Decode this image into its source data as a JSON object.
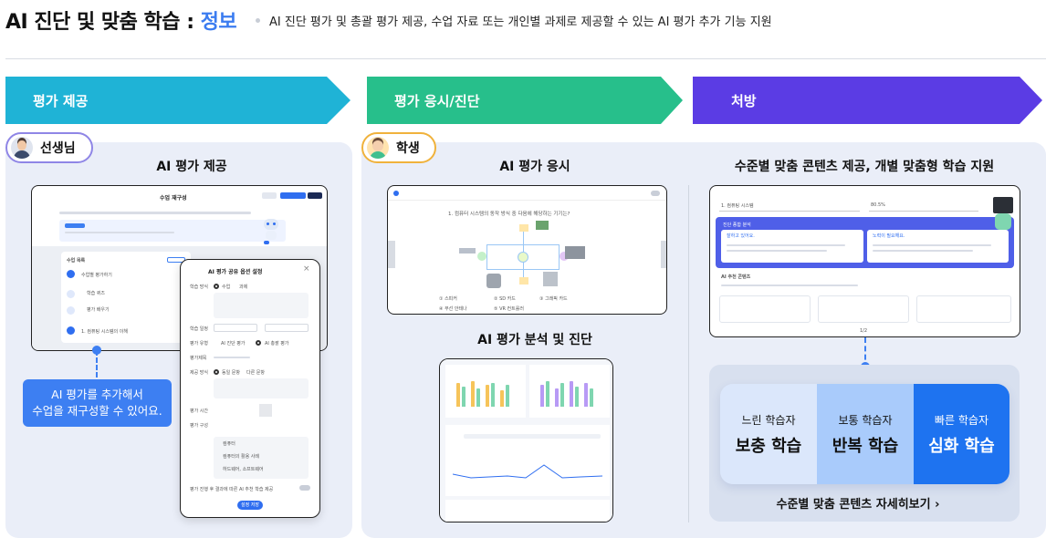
{
  "header": {
    "title_main": "AI 진단 및 맞춤 학습 : ",
    "title_highlight": "정보",
    "subtitle": "AI 진단 평가 및 총괄 평가 제공, 수업 자료 또는 개인별 과제로 제공할 수 있는 AI 평가 추가 기능 지원"
  },
  "steps": [
    {
      "label": "평가 제공",
      "color": "#1fb3d6"
    },
    {
      "label": "평가 응시/진단",
      "color": "#27bf8b"
    },
    {
      "label": "처방",
      "color": "#5b3ce4"
    }
  ],
  "roles": {
    "teacher": "선생님",
    "student": "학생"
  },
  "teacher": {
    "section": "AI 평가 제공",
    "tooltip_line1": "AI 평가를 추가해서",
    "tooltip_line2": "수업을 재구성할 수 있어요.",
    "screen": {
      "title": "수업 재구성",
      "modal_title": "AI 평가 공유 옵션 설정",
      "save": "설정 저장",
      "lesson_label": "수업 목록",
      "row1": "수업별 평가하기",
      "row2": "학습 퀴즈",
      "row3": "평가 배우기",
      "row4": "1. 컴퓨팅 시스템의 이해",
      "opt1": "수업",
      "opt2": "과제",
      "opt3": "AI 진단 평가",
      "opt4": "AI 총괄 평가",
      "share1": "동일 문항",
      "share2": "다른 문항",
      "f1": "학습 방식",
      "f2": "학습 일정",
      "f3": "평가 유형",
      "f4": "평가제목",
      "f5": "제공 방식",
      "f6": "평가 시간",
      "f7": "평가 구성",
      "opt5": "컴퓨터",
      "opt6": "컴퓨터의 활용 사례",
      "opt7": "하드웨어, 소프트웨어",
      "foot": "평가 진행 후 결과에 따른 AI 추천 학습 제공"
    }
  },
  "student": {
    "section1": "AI 평가 응시",
    "section2": "AI 평가 분석 및 진단",
    "quiz": {
      "question": "1. 컴퓨터 시스템의 동작 방식 중 다음에 해당하는 기기는?",
      "opt1": "① 스피커",
      "opt2": "② SD 카드",
      "opt3": "③ 그래픽 카드",
      "opt4": "④ 무선 안테나",
      "opt5": "⑤ VR 컨트롤러"
    }
  },
  "prescription": {
    "section": "수준별 맞춤 콘텐츠 제공, 개별 맞춤형 학습 지원",
    "screen": {
      "field1": "1. 컴퓨팅 시스템",
      "field2": "80.5%",
      "banner": "진단 종합 분석",
      "card1_title": "잘하고 있어요.",
      "card2_title": "노력이 필요해요.",
      "rec": "AI 추천 콘텐츠",
      "page": "1/2"
    },
    "levels": [
      {
        "small": "느린 학습자",
        "big": "보충 학습",
        "bg": "#dbe7fb",
        "fg": "#111"
      },
      {
        "small": "보통 학습자",
        "big": "반복 학습",
        "bg": "#a9cbfb",
        "fg": "#111"
      },
      {
        "small": "빠른 학습자",
        "big": "심화 학습",
        "bg": "#1e73f0",
        "fg": "#fff"
      }
    ],
    "more": "수준별 맞춤 콘텐츠 자세히보기"
  }
}
